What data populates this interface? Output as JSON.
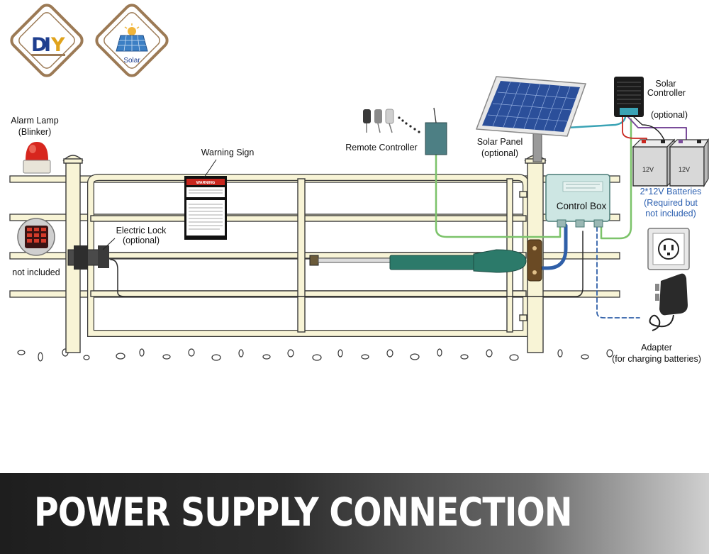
{
  "badges": {
    "diy": {
      "letters": [
        "D",
        "I",
        "Y"
      ],
      "colors": [
        "#1f3f8f",
        "#1f3f8f",
        "#e0a31c"
      ]
    },
    "solar": {
      "label": "Solar"
    }
  },
  "labels": {
    "alarm_lamp": "Alarm Lamp",
    "alarm_lamp_sub": "(Blinker)",
    "keypad_note": "not included",
    "warning_sign": "Warning Sign",
    "electric_lock": "Electric Lock",
    "electric_lock_sub": "(optional)",
    "remote_controller": "Remote Controller",
    "solar_panel": "Solar Panel",
    "solar_panel_sub": "(optional)",
    "solar_controller": "Solar",
    "solar_controller_2": "Controller",
    "solar_controller_sub": "(optional)",
    "batteries": "2*12V Batteries",
    "batteries_sub1": "(Required but",
    "batteries_sub2": "not included)",
    "battery_volt": "12V",
    "control_box": "Control Box",
    "adapter": "Adapter",
    "adapter_sub": "(for charging batteries)",
    "warning_header": "WARNING"
  },
  "banner": {
    "title": "POWER SUPPLY CONNECTION"
  },
  "colors": {
    "gate": "#f8f4d6",
    "gate_outline": "#3a3a3a",
    "wire_green": "#7cc36a",
    "wire_blue": "#2f5fa8",
    "wire_teal": "#3aa3b5",
    "wire_purple": "#7a4c9a",
    "wire_dark": "#2a2a2a",
    "badge_brown": "#9c7a55"
  }
}
